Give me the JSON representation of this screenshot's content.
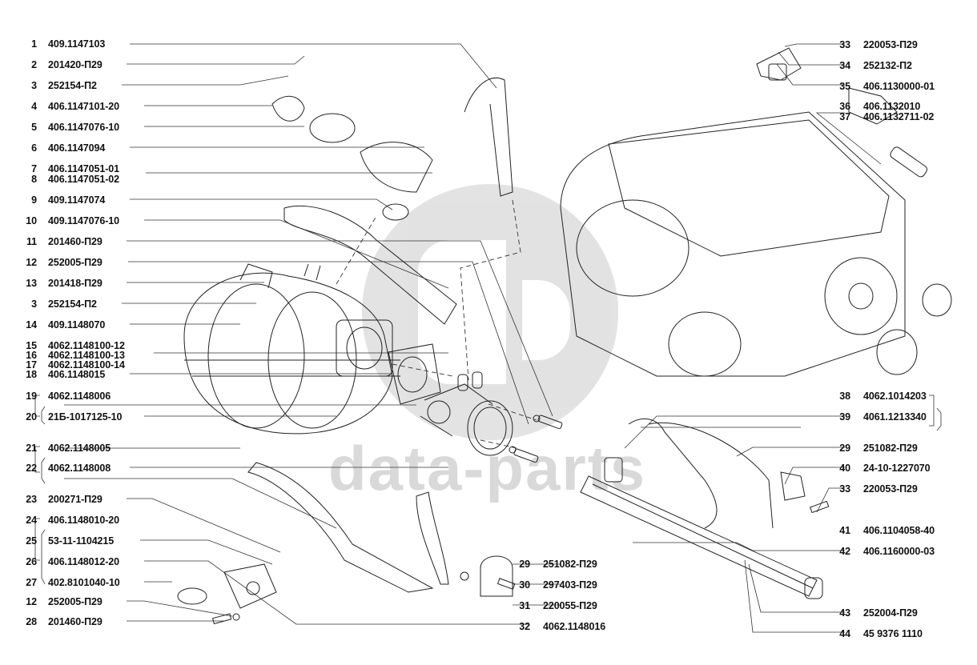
{
  "watermark": {
    "text": "data-parts",
    "logo": "gb-logo"
  },
  "left_labels": [
    {
      "num": "1",
      "part": "409.1147103"
    },
    {
      "num": "2",
      "part": "201420-П29"
    },
    {
      "num": "3",
      "part": "252154-П2"
    },
    {
      "num": "4",
      "part": "406.1147101-20"
    },
    {
      "num": "5",
      "part": "406.1147076-10"
    },
    {
      "num": "6",
      "part": "406.1147094"
    },
    {
      "num": "7",
      "part": "406.1147051-01"
    },
    {
      "num": "8",
      "part": "406.1147051-02"
    },
    {
      "num": "9",
      "part": "409.1147074"
    },
    {
      "num": "10",
      "part": "409.1147076-10"
    },
    {
      "num": "11",
      "part": "201460-П29"
    },
    {
      "num": "12",
      "part": "252005-П29"
    },
    {
      "num": "13",
      "part": "201418-П29"
    },
    {
      "num": "3",
      "part": "252154-П2"
    },
    {
      "num": "14",
      "part": "409.1148070"
    },
    {
      "num": "15",
      "part": "4062.1148100-12"
    },
    {
      "num": "16",
      "part": "4062.1148100-13"
    },
    {
      "num": "17",
      "part": "4062.1148100-14"
    },
    {
      "num": "18",
      "part": "406.1148015"
    },
    {
      "num": "19",
      "part": "4062.1148006"
    },
    {
      "num": "20",
      "part": "21Б-1017125-10"
    },
    {
      "num": "21",
      "part": "4062.1148005"
    },
    {
      "num": "22",
      "part": "4062.1148008"
    },
    {
      "num": "23",
      "part": "200271-П29"
    },
    {
      "num": "24",
      "part": "406.1148010-20"
    },
    {
      "num": "25",
      "part": "53-11-1104215"
    },
    {
      "num": "26",
      "part": "406.1148012-20"
    },
    {
      "num": "27",
      "part": "402.8101040-10"
    },
    {
      "num": "12",
      "part": "252005-П29"
    },
    {
      "num": "28",
      "part": "201460-П29"
    }
  ],
  "bottom_center_labels": [
    {
      "num": "29",
      "part": "251082-П29"
    },
    {
      "num": "30",
      "part": "297403-П29"
    },
    {
      "num": "31",
      "part": "220055-П29"
    },
    {
      "num": "32",
      "part": "4062.1148016"
    }
  ],
  "right_labels": [
    {
      "num": "33",
      "part": "220053-П29"
    },
    {
      "num": "34",
      "part": "252132-П2"
    },
    {
      "num": "35",
      "part": "406.1130000-01"
    },
    {
      "num": "36",
      "part": "406.1132010"
    },
    {
      "num": "37",
      "part": "406.1132711-02"
    },
    {
      "num": "38",
      "part": "4062.1014203"
    },
    {
      "num": "39",
      "part": "4061.1213340"
    },
    {
      "num": "29",
      "part": "251082-П29"
    },
    {
      "num": "40",
      "part": "24-10-1227070"
    },
    {
      "num": "33",
      "part": "220053-П29"
    },
    {
      "num": "41",
      "part": "406.1104058-40"
    },
    {
      "num": "42",
      "part": "406.1160000-03"
    },
    {
      "num": "43",
      "part": "252004-П29"
    },
    {
      "num": "44",
      "part": "45 9376 1110"
    }
  ]
}
